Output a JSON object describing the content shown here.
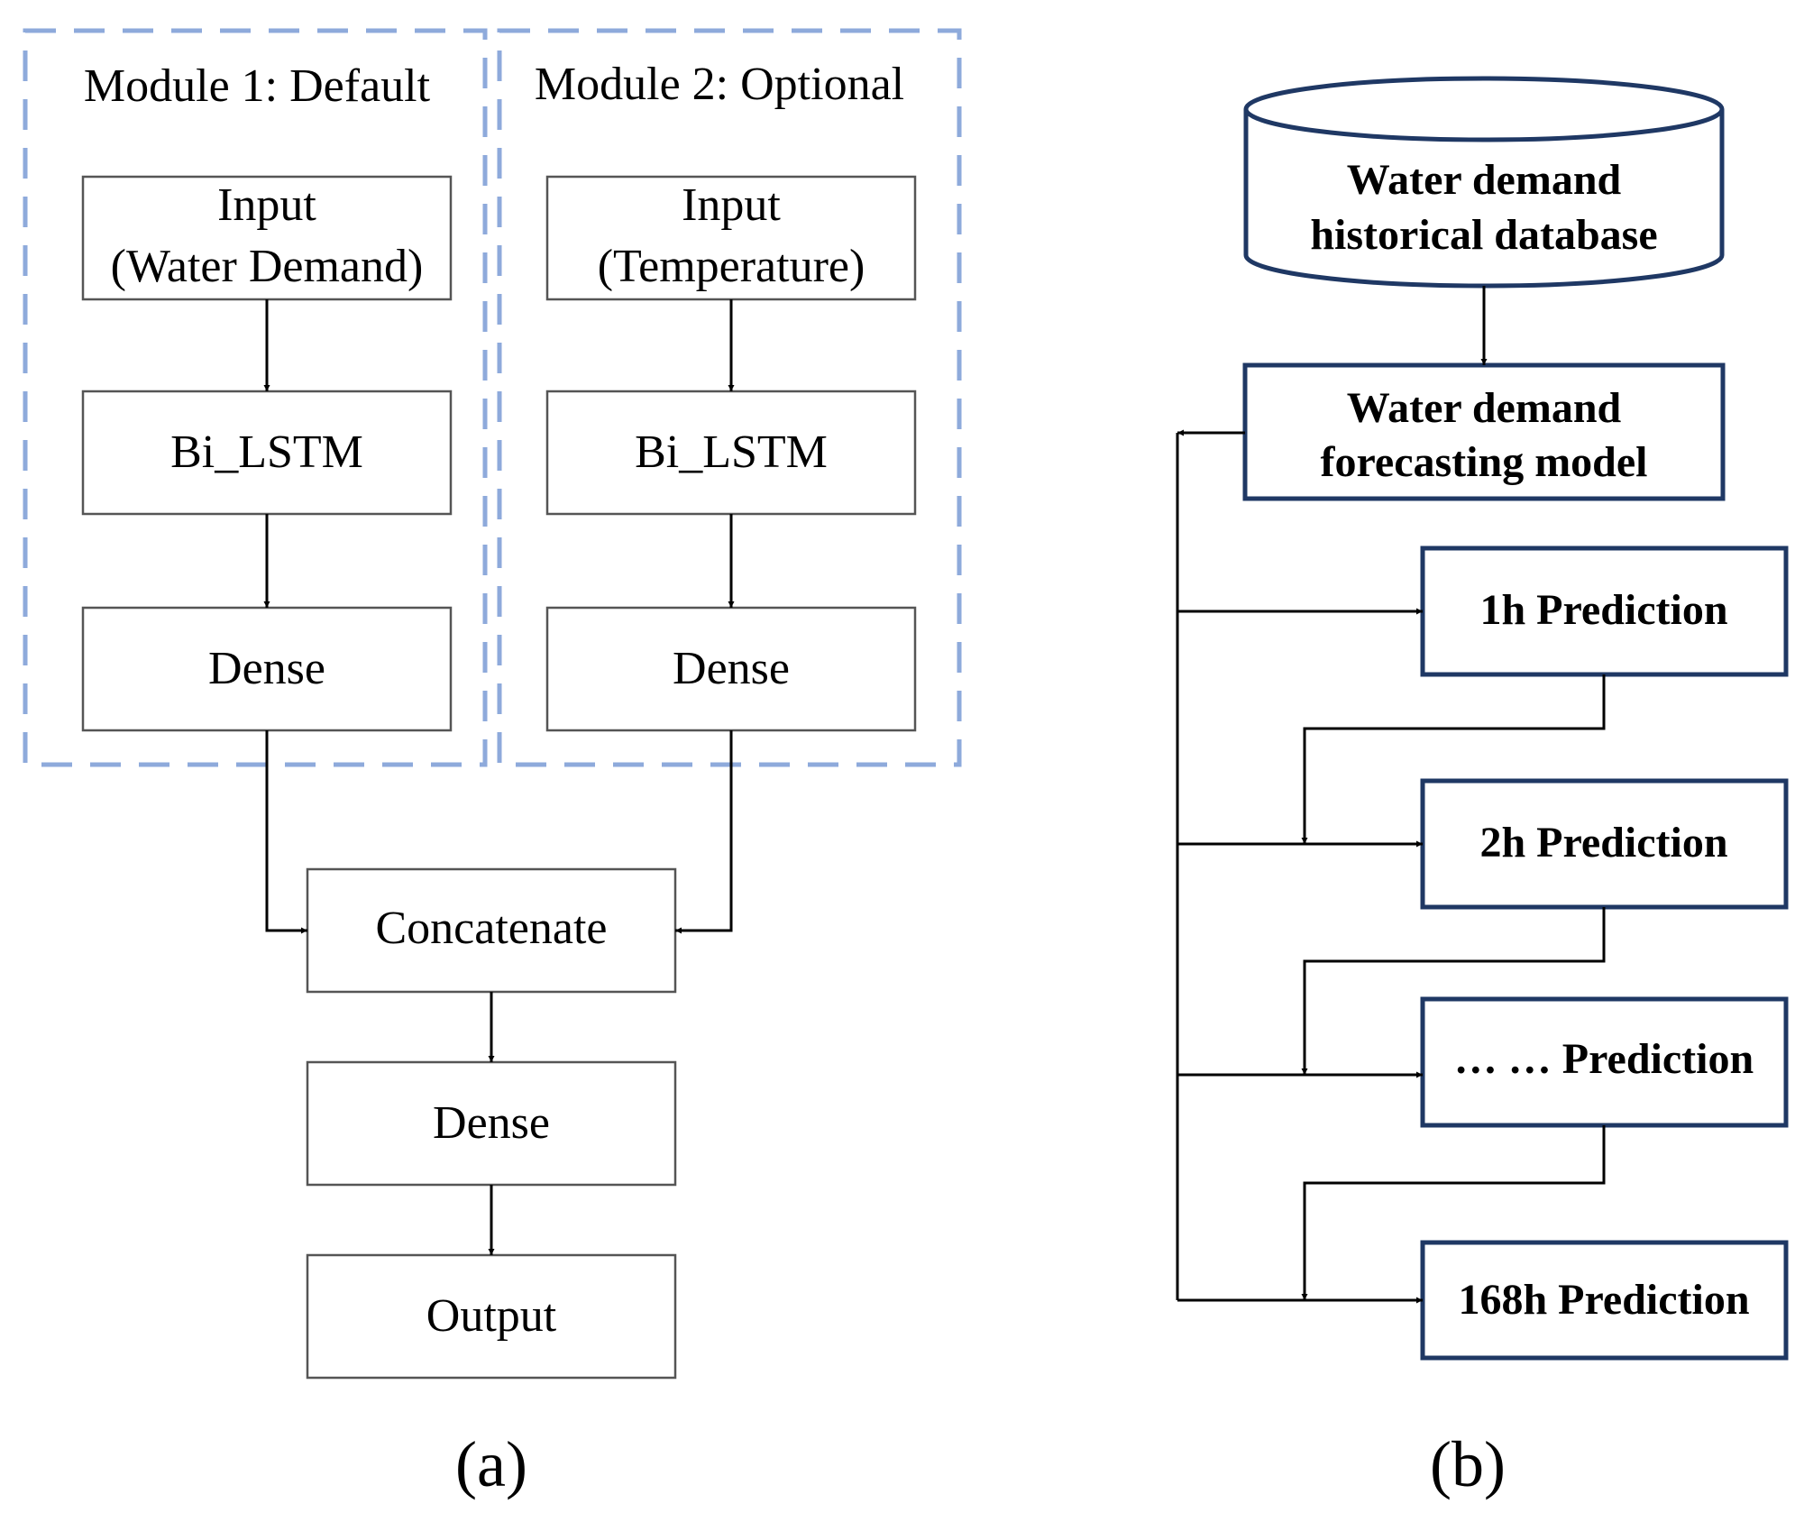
{
  "panel_a": {
    "label": "(a)",
    "module1": {
      "title": "Module 1: Default",
      "input_line1": "Input",
      "input_line2": "(Water Demand)",
      "lstm": "Bi_LSTM",
      "dense": "Dense"
    },
    "module2": {
      "title": "Module 2: Optional",
      "input_line1": "Input",
      "input_line2": "(Temperature)",
      "lstm": "Bi_LSTM",
      "dense": "Dense"
    },
    "concatenate": "Concatenate",
    "dense": "Dense",
    "output": "Output"
  },
  "panel_b": {
    "label": "(b)",
    "database_line1": "Water demand",
    "database_line2": "historical database",
    "model_line1": "Water demand",
    "model_line2": "forecasting model",
    "predictions": [
      "1h Prediction",
      "2h Prediction",
      "… … Prediction",
      "168h Prediction"
    ]
  },
  "colors": {
    "module_border": "#8eaadb",
    "panel_b_border": "#1f3864"
  }
}
